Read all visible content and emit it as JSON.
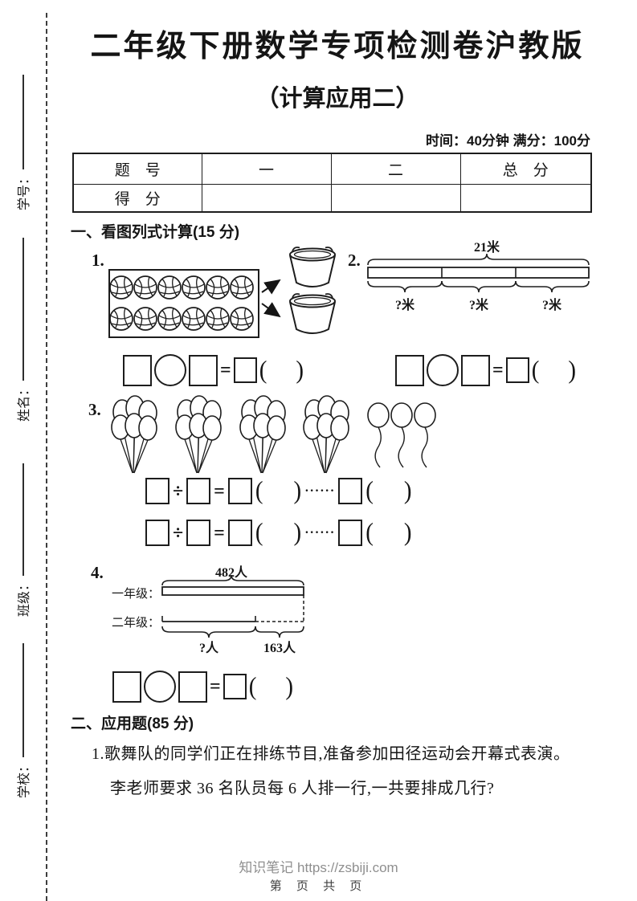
{
  "page": {
    "title": "二年级下册数学专项检测卷沪教版",
    "subtitle": "（计算应用二）",
    "info": "时间：40分钟  满分：100分"
  },
  "sidebar": {
    "student_id": "学号：",
    "name": "姓名：",
    "class_name": "班级：",
    "school": "学校："
  },
  "score_table": {
    "header_label": "题　号",
    "col1": "一",
    "col2": "二",
    "col_total": "总　分",
    "score_label": "得　分"
  },
  "section_one": {
    "heading": "一、看图列式计算(15 分)"
  },
  "section_two": {
    "heading": "二、应用题(85 分)"
  },
  "q1": {
    "number": "1."
  },
  "q2": {
    "number": "2.",
    "total": "21米",
    "part1": "?米",
    "part2": "?米",
    "part3": "?米"
  },
  "q3": {
    "number": "3."
  },
  "q4": {
    "number": "4.",
    "row1_label": "一年级：",
    "row2_label": "二年级：",
    "total": "482人",
    "unknown": "?人",
    "extra": "163人"
  },
  "word_problem": {
    "line1": "1.歌舞队的同学们正在排练节目,准备参加田径运动会开幕式表演。",
    "line2": "李老师要求 36 名队员每 6 人排一行,一共要排成几行?"
  },
  "symbols": {
    "equals": "=",
    "divide": "÷",
    "open": "(",
    "close": ")",
    "dots": "······"
  },
  "footer": {
    "site": "知识笔记 https://zsbiji.com",
    "page_info": "第 页 共 页"
  }
}
